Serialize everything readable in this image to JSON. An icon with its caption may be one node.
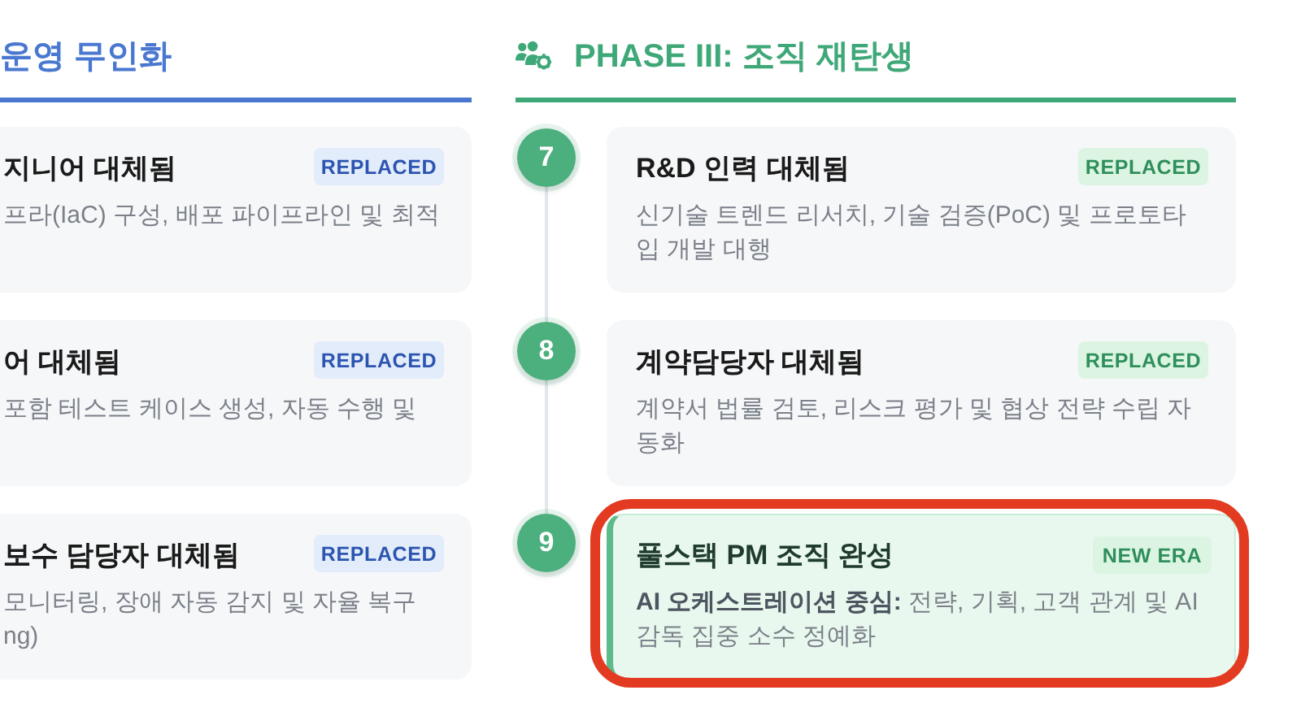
{
  "diagram": {
    "nodes": [
      {
        "text": [
          "지니어 대체됨",
          "프라(IaC) 구성, 배포 파이프라인 및 최적"
        ]
      },
      {
        "text": [
          "REPLACED"
        ],
        "in": 0
      },
      {
        "text": [
          "어 대체됨",
          "포함 테스트 케이스 생성, 자동 수행 및"
        ]
      },
      {
        "text": [
          "REPLACED"
        ],
        "in": 2
      },
      {
        "text": [
          "보수 담당자 대체됨",
          "모니터링, 장애 자동 감지 및 자율 복구 ng)"
        ]
      },
      {
        "text": [
          "REPLACED"
        ],
        "in": 4
      },
      {
        "text": [
          "7"
        ]
      },
      {
        "text": [
          "R&D 인력 대체됨",
          "신기술 트렌드 리서치, 기술 검증(PoC) 및 프로토타입 개발 대행"
        ]
      },
      {
        "text": [
          "REPLACED"
        ],
        "in": 7
      },
      {
        "text": [
          "8"
        ]
      },
      {
        "text": [
          "계약담당자 대체됨",
          "계약서 법률 검토, 리스크 평가 및 협상 전략 수립 자동화"
        ]
      },
      {
        "text": [
          "REPLACED"
        ],
        "in": 10
      },
      {
        "text": [
          "9"
        ]
      },
      {
        "text": [
          "풀스택 PM 조직 완성",
          "**AI 오케스트레이션 중심:** 전략, 기획, 고객 관계 및 AI 감독 집중 소수 정예화"
        ]
      },
      {
        "text": [
          "NEW ERA"
        ],
        "in": 13
      }
    ],
    "edges": [
      {
        "from": 6,
        "to": 9,
        "arrow": "none"
      },
      {
        "from": 9,
        "to": 12,
        "arrow": "none"
      }
    ],
    "labels": [
      "운영 무인화",
      "PHASE III: 조직 재탄생"
    ]
  }
}
